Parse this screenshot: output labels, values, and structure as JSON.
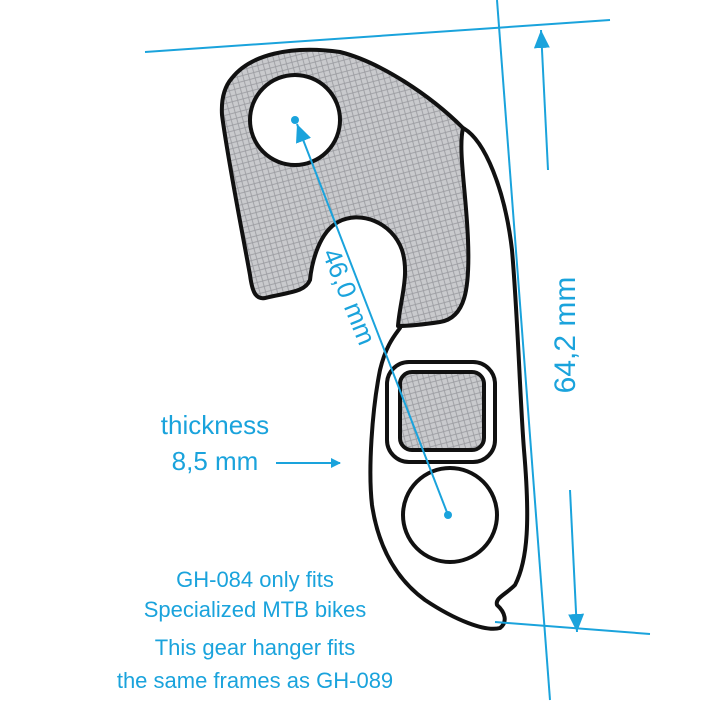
{
  "colors": {
    "accent": "#1aa3dc",
    "outline": "#111111",
    "fill": "#c9cacd"
  },
  "dimensions": {
    "hole_distance": "46,0 mm",
    "height": "64,2 mm",
    "thickness_label": "thickness",
    "thickness_value": "8,5 mm"
  },
  "notes": {
    "line1": "GH-084 only fits",
    "line2": "Specialized MTB bikes",
    "line3": "This gear hanger fits",
    "line4": "the same frames as GH-089"
  }
}
